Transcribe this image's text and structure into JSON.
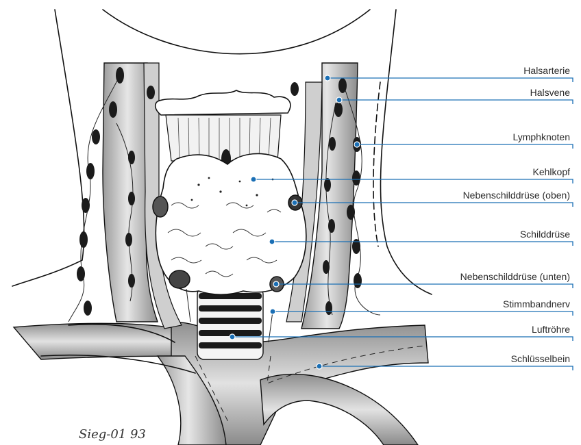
{
  "figure": {
    "labels": [
      {
        "id": "halsarterie",
        "text": "Halsarterie"
      },
      {
        "id": "halsvene",
        "text": "Halsvene"
      },
      {
        "id": "lymphknoten",
        "text": "Lymphknoten"
      },
      {
        "id": "kehlkopf",
        "text": "Kehlkopf"
      },
      {
        "id": "nebenschilddruese-oben",
        "text": "Nebenschilddrüse (oben)"
      },
      {
        "id": "schilddruese",
        "text": "Schilddrüse"
      },
      {
        "id": "nebenschilddruese-unten",
        "text": "Nebenschilddrüse (unten)"
      },
      {
        "id": "stimmbandnerv",
        "text": "Stimmbandnerv"
      },
      {
        "id": "luftroehre",
        "text": "Luftröhre"
      },
      {
        "id": "schluesselbein",
        "text": "Schlüsselbein"
      }
    ],
    "signature": "Sieg-01 93",
    "colors": {
      "leader": "#1a6fb5",
      "ink": "#111111",
      "vessel": "#b9b9b9",
      "gland": "#ffffff"
    }
  }
}
